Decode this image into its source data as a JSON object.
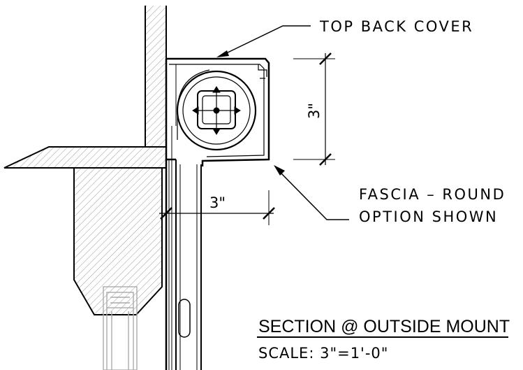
{
  "labels": {
    "top_back_cover": "TOP BACK COVER",
    "fascia_line1": "FASCIA – ROUND",
    "fascia_line2": "OPTION SHOWN",
    "dim_vertical": "3\"",
    "dim_horizontal": "3\"",
    "title": "SECTION @ OUTSIDE MOUNT",
    "scale": "SCALE: 3\"=1'-0\""
  },
  "colors": {
    "line": "#000000",
    "hatch": "#9a9a9a",
    "background": "#ffffff"
  }
}
